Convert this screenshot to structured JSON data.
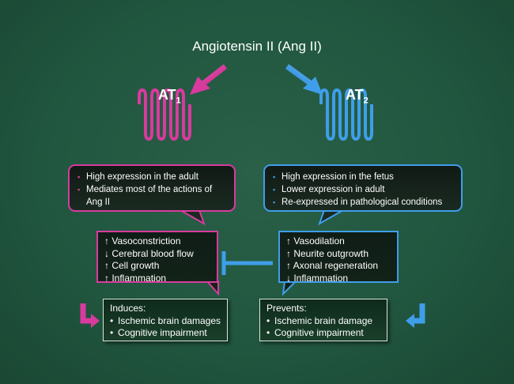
{
  "title": "Angiotensin II (Ang II)",
  "colors": {
    "at1": "#d93a9e",
    "at2": "#3f9ee9",
    "background": "#215740"
  },
  "at1": {
    "label": "AT",
    "subscript": "1",
    "callout": [
      "High expression in the adult",
      "Mediates most of the actions of Ang II"
    ],
    "effects": [
      {
        "arrow": "↑",
        "text": "Vasoconstriction"
      },
      {
        "arrow": "↓",
        "text": "Cerebral blood flow"
      },
      {
        "arrow": "↑",
        "text": "Cell growth"
      },
      {
        "arrow": "↑",
        "text": "Inflammation"
      }
    ],
    "outcome": {
      "heading": "Induces:",
      "items": [
        "Ischemic brain damages",
        "Cognitive impairment"
      ]
    }
  },
  "at2": {
    "label": "AT",
    "subscript": "2",
    "callout": [
      "High expression in the fetus",
      "Lower expression in adult",
      "Re-expressed in pathological conditions"
    ],
    "effects": [
      {
        "arrow": "↑",
        "text": "Vasodilation"
      },
      {
        "arrow": "↑",
        "text": "Neurite outgrowth"
      },
      {
        "arrow": "↑",
        "text": "Axonal regeneration"
      },
      {
        "arrow": "↓",
        "text": "Inflammation"
      }
    ],
    "outcome": {
      "heading": "Prevents:",
      "items": [
        "Ischemic brain damage",
        "Cognitive impairment"
      ]
    }
  }
}
